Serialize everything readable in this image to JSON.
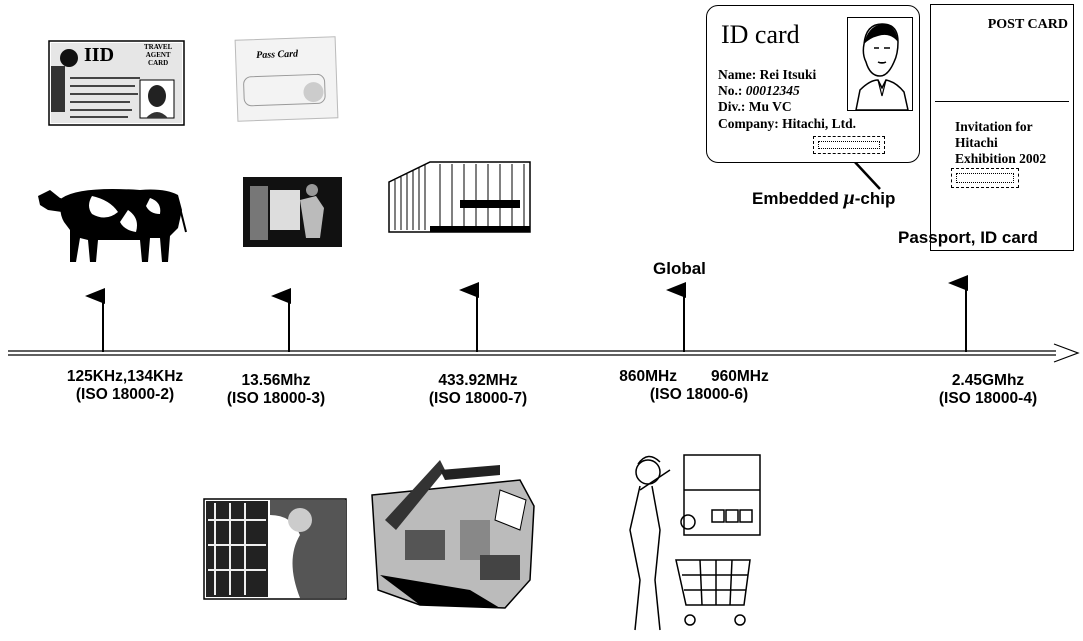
{
  "frequencies": [
    {
      "freq": "125KHz,134KHz",
      "iso": "(ISO 18000-2)"
    },
    {
      "freq": "13.56Mhz",
      "iso": "(ISO 18000-3)"
    },
    {
      "freq": "433.92MHz",
      "iso": "(ISO 18000-7)"
    },
    {
      "freq_a": "860MHz",
      "freq_b": "960MHz",
      "iso": "(ISO 18000-6)"
    },
    {
      "freq": "2.45GMhz",
      "iso": "(ISO 18000-4)"
    }
  ],
  "labels": {
    "global": "Global",
    "passport": "Passport, ID card",
    "embedded_prefix": "Embedded ",
    "embedded_mu": "μ",
    "embedded_suffix": "-chip"
  },
  "id_card": {
    "title": "ID card",
    "name_line": "Name: Rei Itsuki",
    "no_label": "No.: ",
    "no_value": "00012345",
    "div_line": "Div.: Mu VC",
    "company_line": "Company:  Hitachi, Ltd."
  },
  "post_card": {
    "title": "POST CARD",
    "line1": "Invitation for",
    "line2": "Hitachi",
    "line3": "Exhibition 2002"
  },
  "travel_card": {
    "logo": "IID",
    "side1": "TRAVEL",
    "side2": "AGENT",
    "side3": "CARD"
  },
  "pass_card": {
    "title": "Pass Card"
  }
}
